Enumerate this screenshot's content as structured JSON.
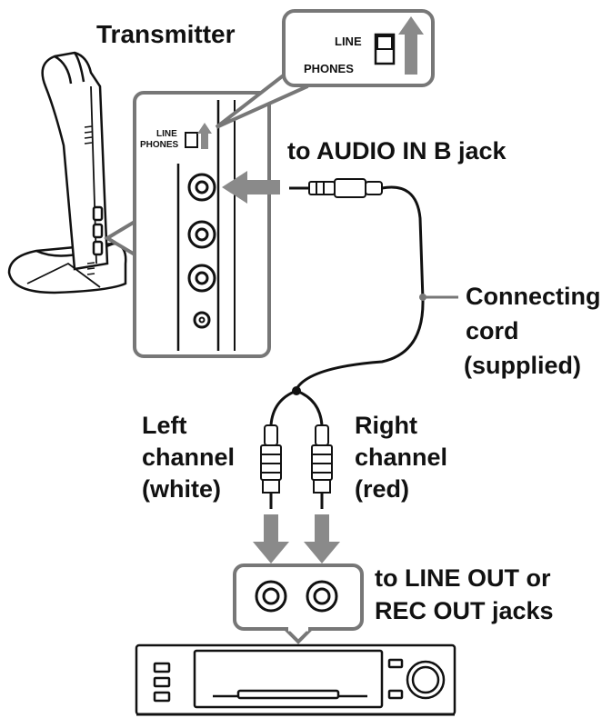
{
  "labels": {
    "transmitter": "Transmitter",
    "switch_line": "LINE",
    "switch_phones": "PHONES",
    "to_audio_in": "to AUDIO IN B jack",
    "connecting_cord_1": "Connecting",
    "connecting_cord_2": "cord",
    "connecting_cord_3": "(supplied)",
    "left_channel_1": "Left",
    "left_channel_2": "channel",
    "left_channel_3": "(white)",
    "right_channel_1": "Right",
    "right_channel_2": "channel",
    "right_channel_3": "(red)",
    "to_line_out_1": "to LINE OUT or",
    "to_line_out_2": "REC OUT jacks"
  },
  "colors": {
    "line": "#111111",
    "outline_gray": "#777777",
    "arrow_gray": "#8a8a8a",
    "panel_fill": "#ffffff"
  }
}
